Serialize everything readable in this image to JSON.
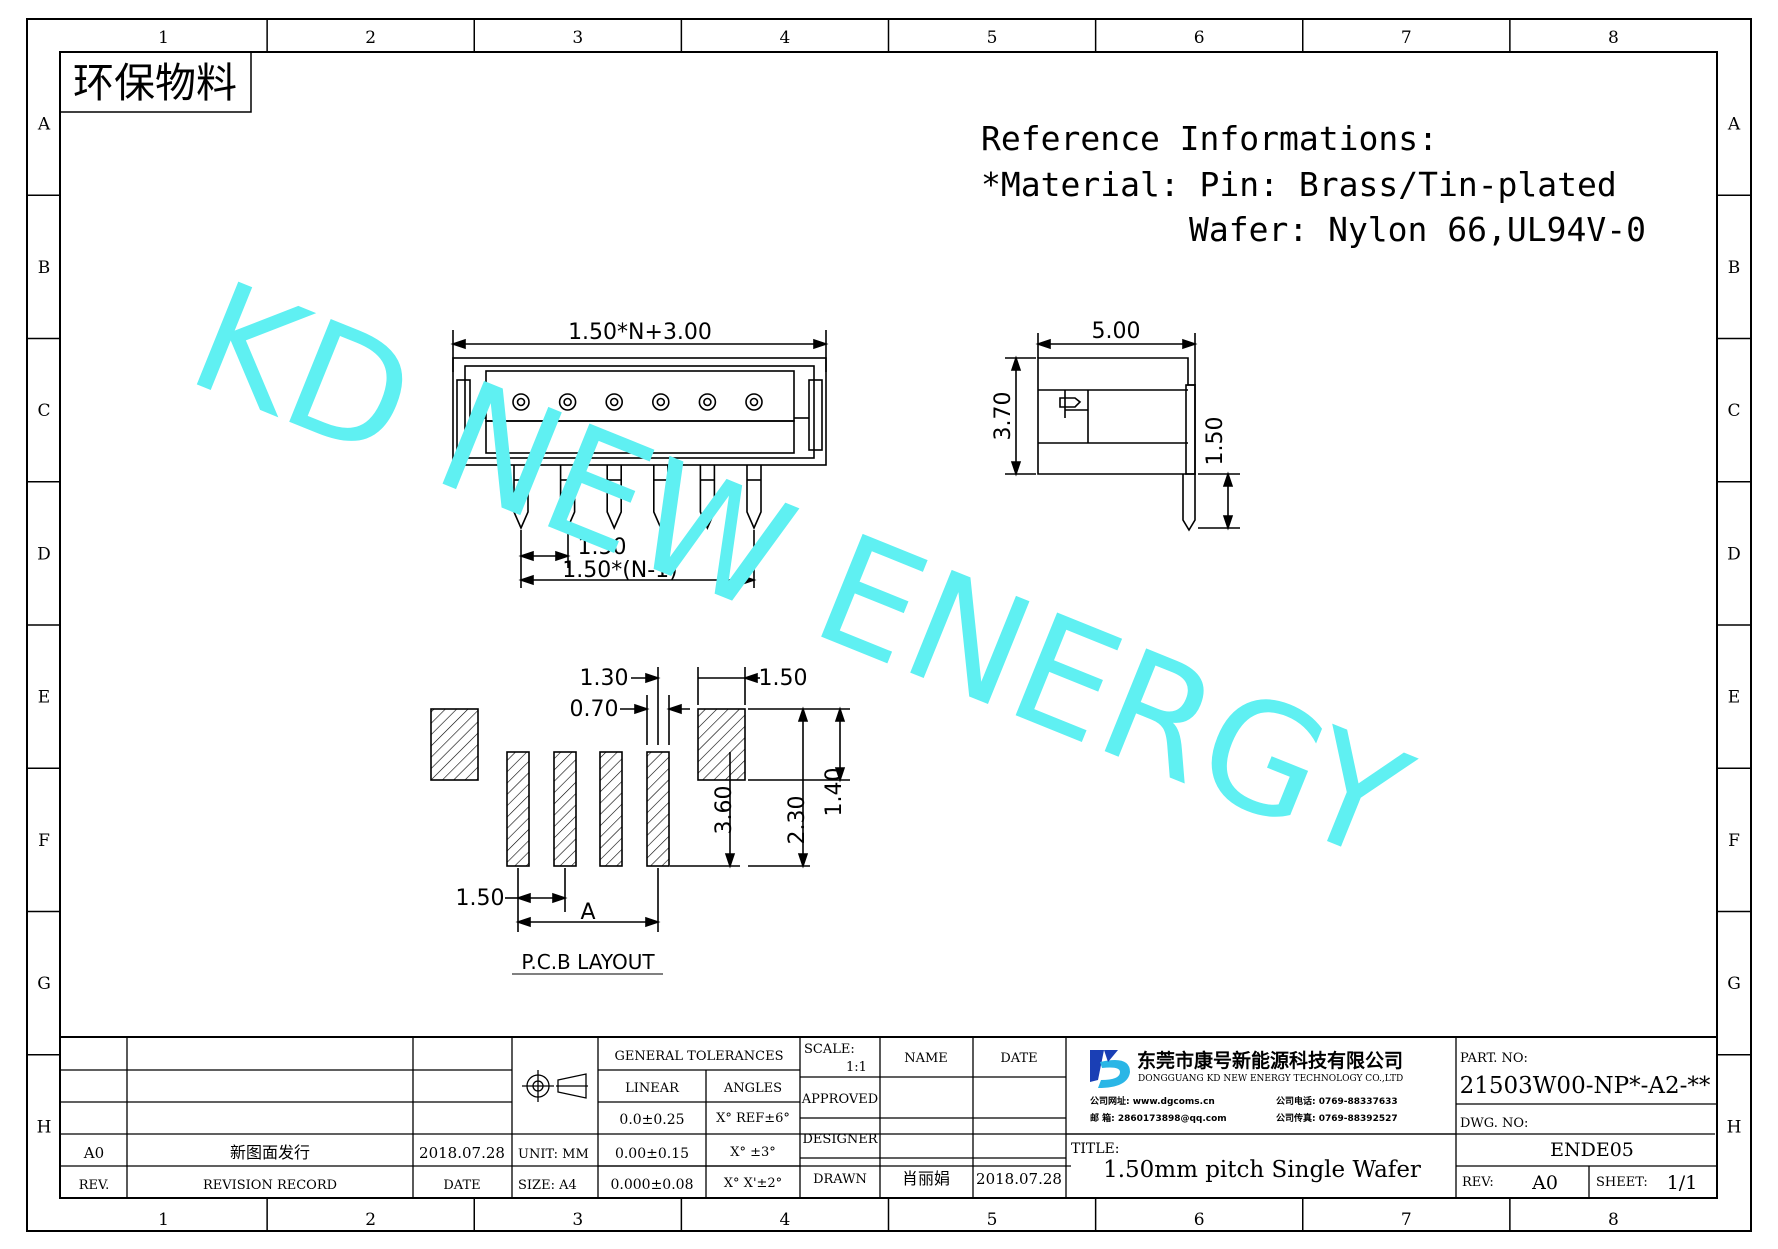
{
  "grid": {
    "columns": [
      "1",
      "2",
      "3",
      "4",
      "5",
      "6",
      "7",
      "8"
    ],
    "rows": [
      "A",
      "B",
      "C",
      "D",
      "E",
      "F",
      "G",
      "H"
    ]
  },
  "stamp": "环保物料",
  "reference": {
    "heading": "Reference Informations:",
    "material_line": "*Material: Pin: Brass/Tin-plated",
    "wafer_line": "Wafer: Nylon 66,UL94V-0"
  },
  "watermark": "KD NEW ENERGY",
  "front_view": {
    "overall_dim": "1.50*N+3.00",
    "pitch_dim": "1.50",
    "span_dim": "1.50*(N-1)"
  },
  "side_view": {
    "width_dim": "5.00",
    "height_dim": "3.70",
    "pin_dim": "1.50"
  },
  "pcb": {
    "dim_130": "1.30",
    "dim_150_top": "1.50",
    "dim_070": "0.70",
    "dim_360": "3.60",
    "dim_230": "2.30",
    "dim_140": "1.40",
    "dim_150_bottom": "1.50",
    "dim_a": "A",
    "label": "P.C.B  LAYOUT"
  },
  "title_block": {
    "general_tolerances": "GENERAL TOLERANCES",
    "linear": "LINEAR",
    "angles": "ANGLES",
    "tol_1": "0.0±0.25",
    "tol_2": "0.00±0.15",
    "tol_3": "0.000±0.08",
    "ang_1": "X° REF±6°",
    "ang_2": "X° ±3°",
    "ang_3": "X° X'±2°",
    "unit_label": "UNIT: MM",
    "size_label": "SIZE: A4",
    "scale_label": "SCALE:",
    "scale_value": "1:1",
    "name_header": "NAME",
    "date_header": "DATE",
    "approved": "APPROVED",
    "designer": "DESIGNER",
    "drawn": "DRAWN",
    "drawn_name": "肖丽娟",
    "drawn_date": "2018.07.28",
    "rev_code": "A0",
    "rev_desc": "新图面发行",
    "rev_date": "2018.07.28",
    "rev_header": "REV.",
    "revision_record": "REVISION RECORD",
    "date_col": "DATE",
    "company_cn": "东莞市康号新能源科技有限公司",
    "company_en": "DONGGUANG KD NEW ENERGY TECHNOLOGY CO.,LTD",
    "contact_1a": "公司网址: www.dgcoms.cn",
    "contact_1b": "公司电话: 0769-88337633",
    "contact_2a": "邮  箱: 2860173898@qq.com",
    "contact_2b": "公司传真: 0769-88392527",
    "title_label": "TITLE:",
    "title": "1.50mm pitch Single Wafer",
    "part_label": "PART. NO:",
    "part_no": "21503W00-NP*-A2-**",
    "dwg_label": "DWG. NO:",
    "dwg_no": "ENDE05",
    "rev_label": "REV:",
    "rev_value": "A0",
    "sheet_label": "SHEET:",
    "sheet_value": "1/1"
  },
  "colors": {
    "watermark": "#5ff0f2",
    "ink": "#000000",
    "logo_blue": "#1a3fb5",
    "logo_cyan": "#2ab6e6"
  }
}
